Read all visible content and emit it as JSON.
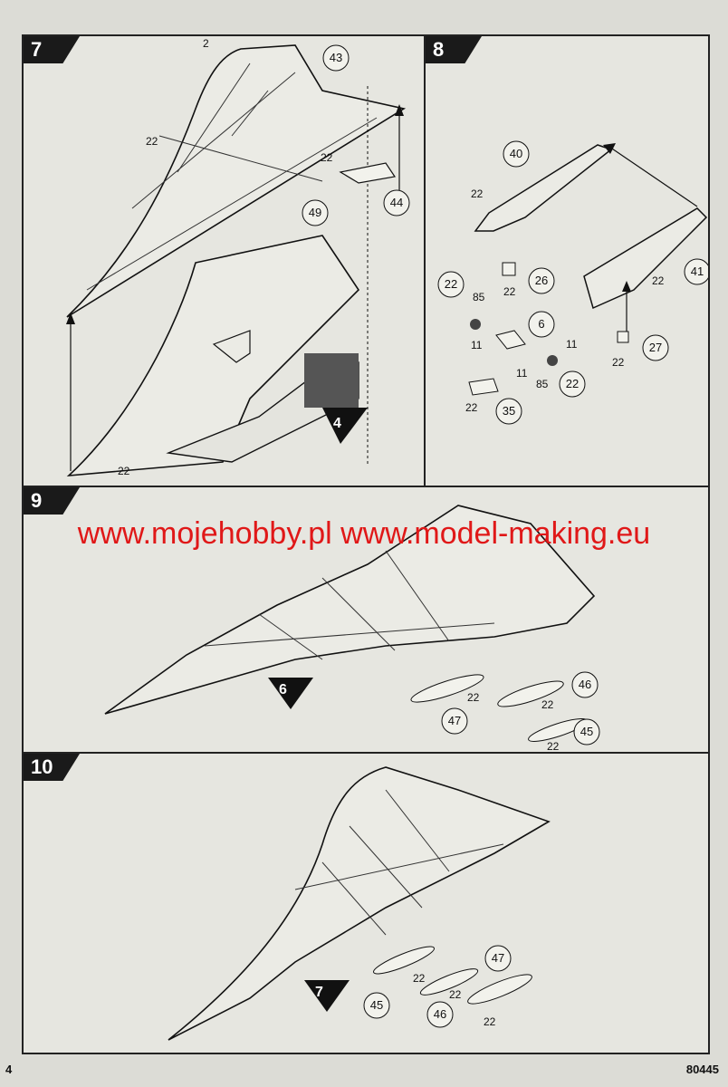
{
  "page_number": "4",
  "catalog_number": "80445",
  "watermark": "www.mojehobby.pl www.model-making.eu",
  "steps": {
    "s7": {
      "number": "7",
      "labels": {
        "p2": "2",
        "p43": "43",
        "p22a": "22",
        "p22b": "22",
        "p44": "44",
        "p49": "49",
        "p22c": "22",
        "ref": "4"
      }
    },
    "s8": {
      "number": "8",
      "labels": {
        "p40": "40",
        "p22a": "22",
        "p26": "26",
        "p22b": "22",
        "p41": "41",
        "p22c": "22",
        "p85a": "85",
        "p11a": "11",
        "p6": "6",
        "p11b": "11",
        "p85b": "85",
        "p22d": "22",
        "p11c": "11",
        "p22e": "22",
        "p35": "35",
        "p27": "27",
        "p22f": "22"
      }
    },
    "s9": {
      "number": "9",
      "labels": {
        "ref": "6",
        "p22a": "22",
        "p47": "47",
        "p46": "46",
        "p22b": "22",
        "p45": "45",
        "p22c": "22"
      }
    },
    "s10": {
      "number": "10",
      "labels": {
        "ref": "7",
        "p45": "45",
        "p22a": "22",
        "p46": "46",
        "p22b": "22",
        "p47": "47",
        "p22c": "22"
      }
    }
  }
}
